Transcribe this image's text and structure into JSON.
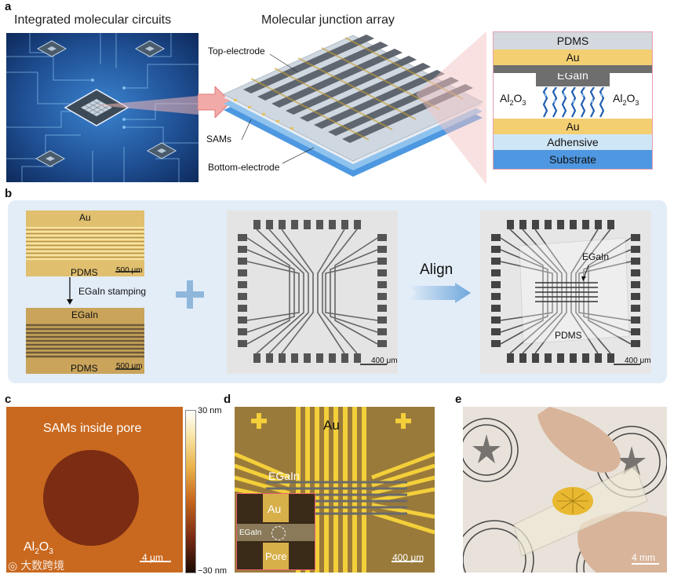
{
  "panel_a": {
    "label": "a",
    "left_title": "Integrated molecular circuits",
    "mid_title": "Molecular junction array",
    "top_electrode": "Top-electrode",
    "sams": "SAMs",
    "bottom_electrode": "Bottom-electrode",
    "stack": {
      "pdms": "PDMS",
      "au_top": "Au",
      "egain": "EGaIn",
      "al2o3_left": "Al",
      "al2o3_right": "Al",
      "o3": "O",
      "sub2": "2",
      "sub3": "3",
      "au_bottom": "Au",
      "adhesive": "Adhensive",
      "substrate": "Substrate"
    }
  },
  "panel_b": {
    "label": "b",
    "au": "Au",
    "pdms_top": "PDMS",
    "scale_1": "500 μm",
    "stamping": "EGaIn stamping",
    "egain": "EGaIn",
    "pdms_bottom": "PDMS",
    "scale_2": "500 μm",
    "scale_mid": "400 μm",
    "align": "Align",
    "right_egain": "EGaIn",
    "right_pdms": "PDMS",
    "scale_right": "400 μm"
  },
  "panel_c": {
    "label": "c",
    "sams_inside": "SAMs inside pore",
    "al": "Al",
    "o": "O",
    "sub2": "2",
    "sub3": "3",
    "scale": "4 μm",
    "cbar_top": "30 nm",
    "cbar_bottom": "−30 nm",
    "watermark": "大数跨境"
  },
  "panel_d": {
    "label": "d",
    "au": "Au",
    "egain": "EGaIn",
    "inset_au": "Au",
    "inset_egain": "EGaIn",
    "inset_pore": "Pore",
    "scale": "400 μm"
  },
  "panel_e": {
    "label": "e",
    "scale": "4 mm"
  },
  "colors": {
    "panel_b_bg": "#e3edf8",
    "egain_gray": "#6e6e6e",
    "au_gold": "#f3cf72",
    "substrate_blue": "#4f97e0",
    "afm_brown": "#c8681e",
    "pore_dark": "#7b2c13"
  }
}
